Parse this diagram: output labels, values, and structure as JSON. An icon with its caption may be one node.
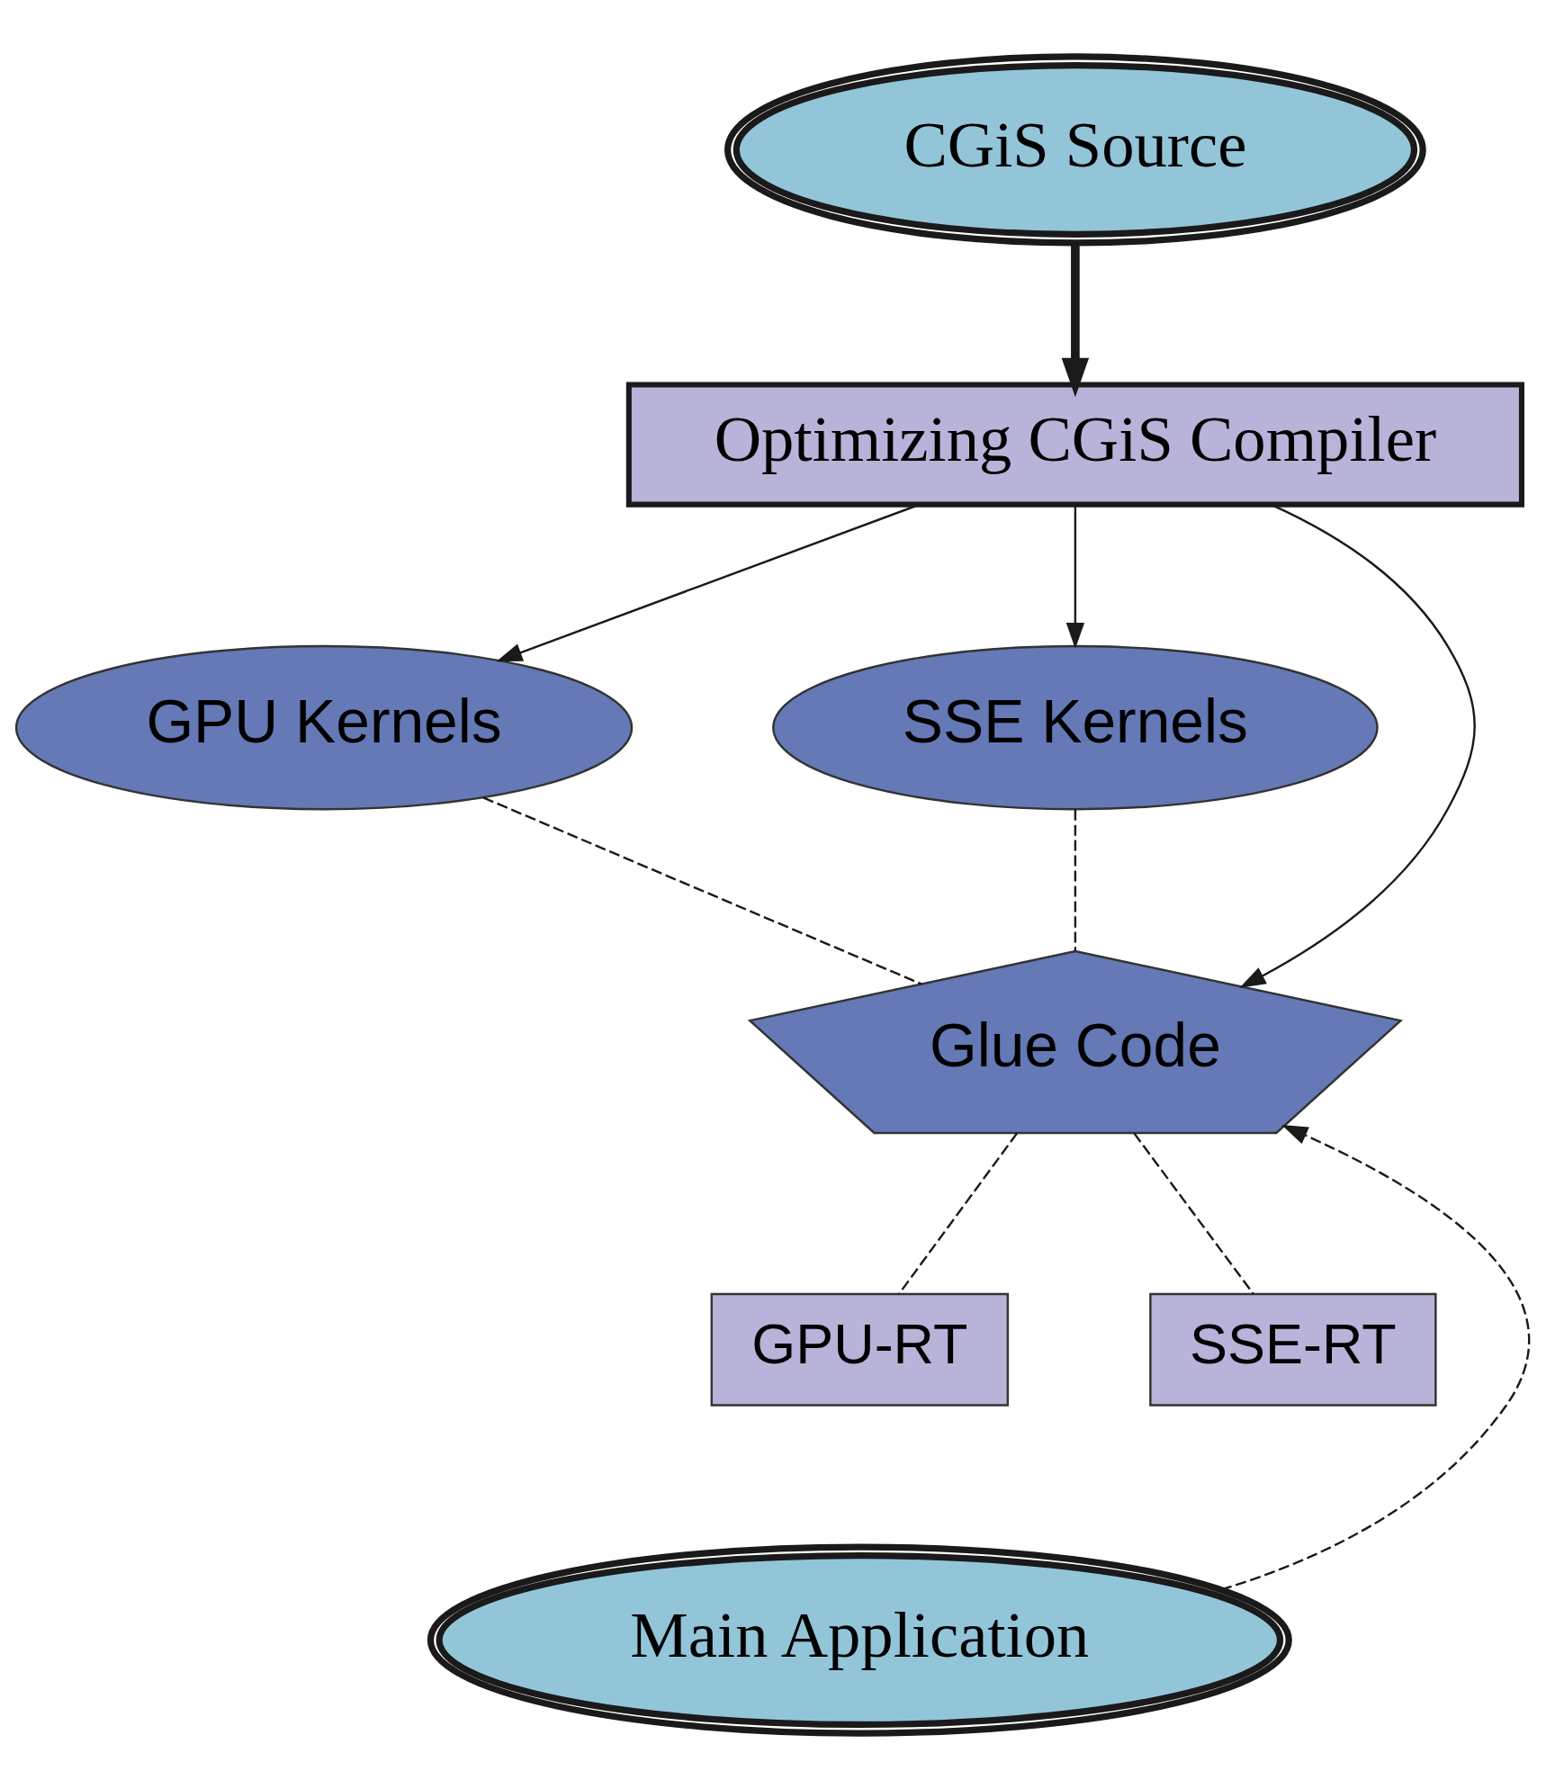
{
  "diagram": {
    "nodes": [
      {
        "text": [
          "CGiS Source"
        ]
      },
      {
        "text": [
          "Optimizing CGiS Compiler"
        ]
      },
      {
        "text": [
          "GPU Kernels"
        ]
      },
      {
        "text": [
          "SSE Kernels"
        ]
      },
      {
        "text": [
          "Glue Code"
        ]
      },
      {
        "text": [
          "GPU-RT"
        ]
      },
      {
        "text": [
          "SSE-RT"
        ]
      },
      {
        "text": [
          "Main Application"
        ]
      }
    ],
    "edges": [
      {
        "from": 0,
        "to": 1,
        "arrow": "to",
        "style": "thick"
      },
      {
        "from": 1,
        "to": 2,
        "arrow": "to"
      },
      {
        "from": 1,
        "to": 3,
        "arrow": "to"
      },
      {
        "from": 1,
        "to": 4,
        "arrow": "to"
      },
      {
        "from": 2,
        "to": 4,
        "arrow": "none",
        "style": "dashed"
      },
      {
        "from": 3,
        "to": 4,
        "arrow": "none",
        "style": "dashed"
      },
      {
        "from": 4,
        "to": 5,
        "arrow": "none",
        "style": "dashed"
      },
      {
        "from": 4,
        "to": 6,
        "arrow": "none",
        "style": "dashed"
      },
      {
        "from": 7,
        "to": 4,
        "arrow": "to",
        "style": "dashed"
      }
    ]
  }
}
